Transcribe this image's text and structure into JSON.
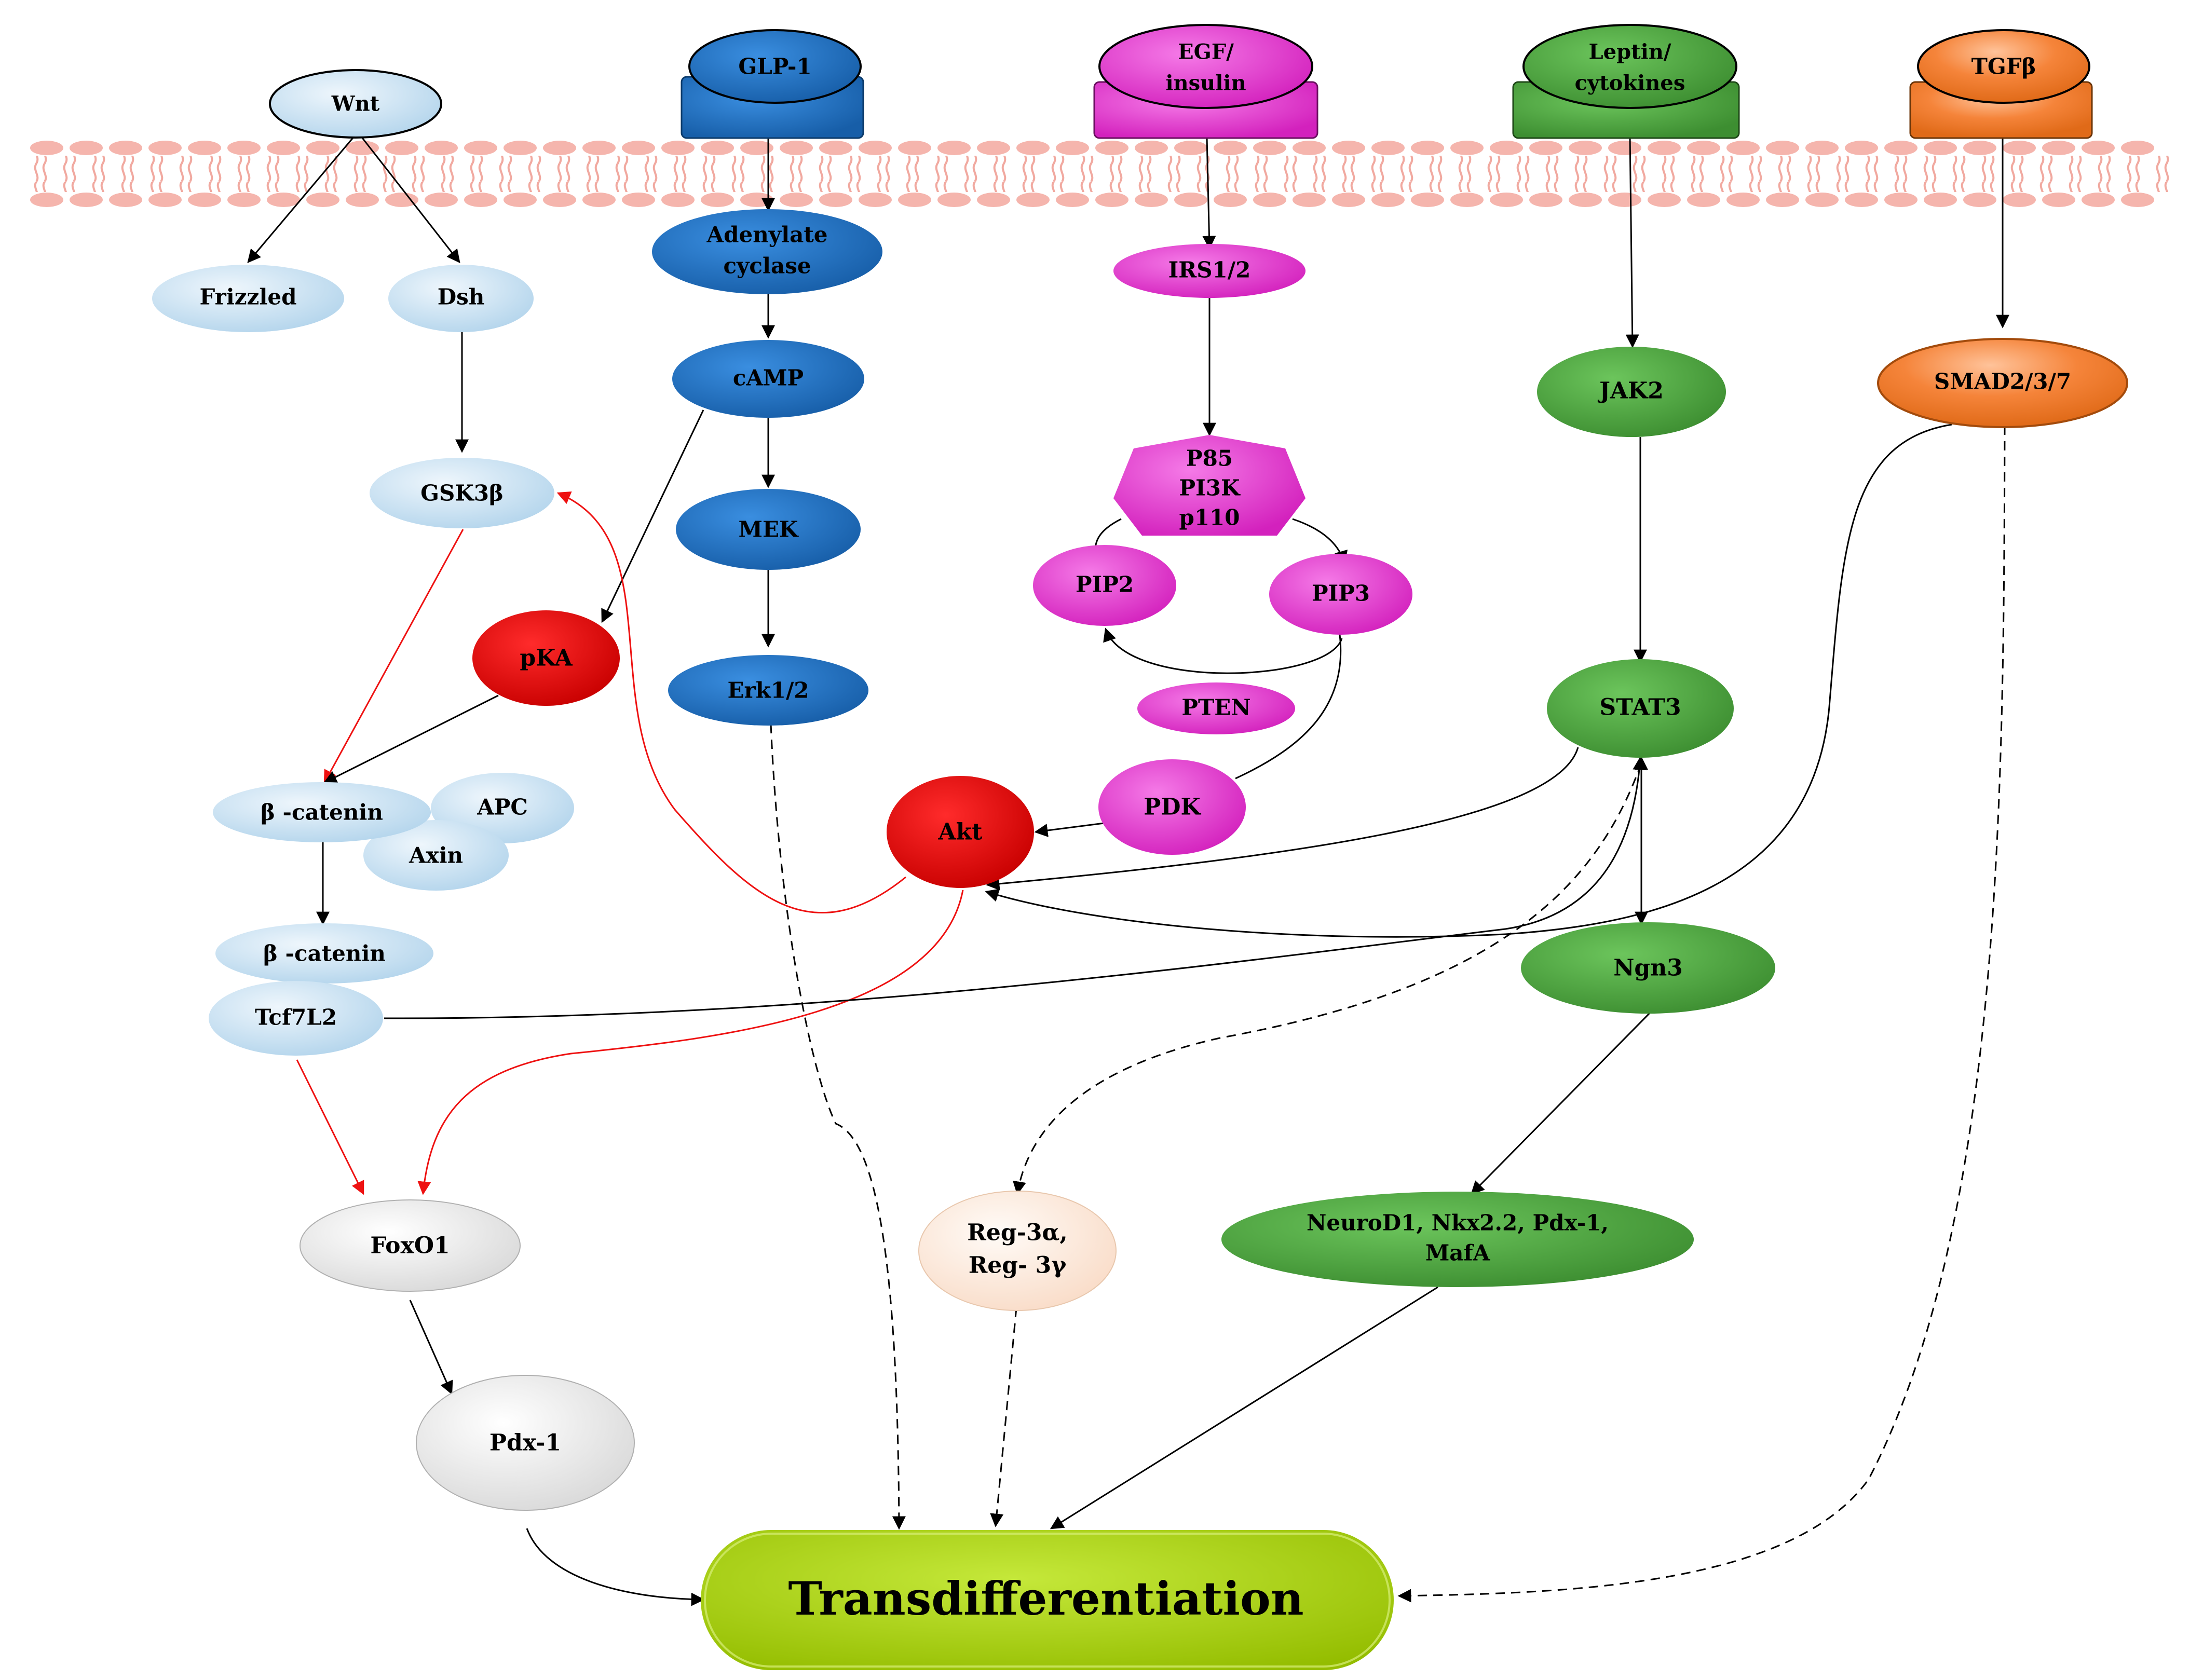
{
  "nodes": {
    "wnt": "Wnt",
    "frizzled": "Frizzled",
    "dsh": "Dsh",
    "gsk3b": "GSK3β",
    "pka": "pKA",
    "bcatenin1": "β -catenin",
    "apc": "APC",
    "axin": "Axin",
    "bcatenin2": "β -catenin",
    "tcf7l2": "Tcf7L2",
    "foxo1": "FoxO1",
    "pdx1": "Pdx-1",
    "glp1": "GLP-1",
    "adenylate": [
      "Adenylate",
      "cyclase"
    ],
    "camp": "cAMP",
    "mek": "MEK",
    "erk": "Erk1/2",
    "egf": [
      "EGF/",
      "insulin"
    ],
    "irs": "IRS1/2",
    "pi3k": [
      "P85",
      "PI3K",
      "p110"
    ],
    "pip2": "PIP2",
    "pip3": "PIP3",
    "pten": "PTEN",
    "pdk": "PDK",
    "akt": "Akt",
    "leptin": [
      "Leptin/",
      "cytokines"
    ],
    "jak2": "JAK2",
    "stat3": "STAT3",
    "ngn3": "Ngn3",
    "neurod1": [
      "NeuroD1, Nkx2.2, Pdx-1,",
      "MafA"
    ],
    "reg3": [
      "Reg-3α,",
      "Reg- 3γ"
    ],
    "tgfb": "TGFβ",
    "smad": "SMAD2/3/7",
    "trans": "Transdifferentiation"
  },
  "colors": {
    "wnt_pathway": "#bcd9ee",
    "glp1_pathway": "#1f6fc5",
    "egf_pathway": "#e53bd1",
    "leptin_pathway": "#4aa63c",
    "tgfb_pathway": "#f5843a",
    "red_nodes": "#e00000",
    "membrane": "#f5b5ad",
    "transdifferentiation": "#a6cc06",
    "inhibition_arrows": "#ee1111"
  }
}
